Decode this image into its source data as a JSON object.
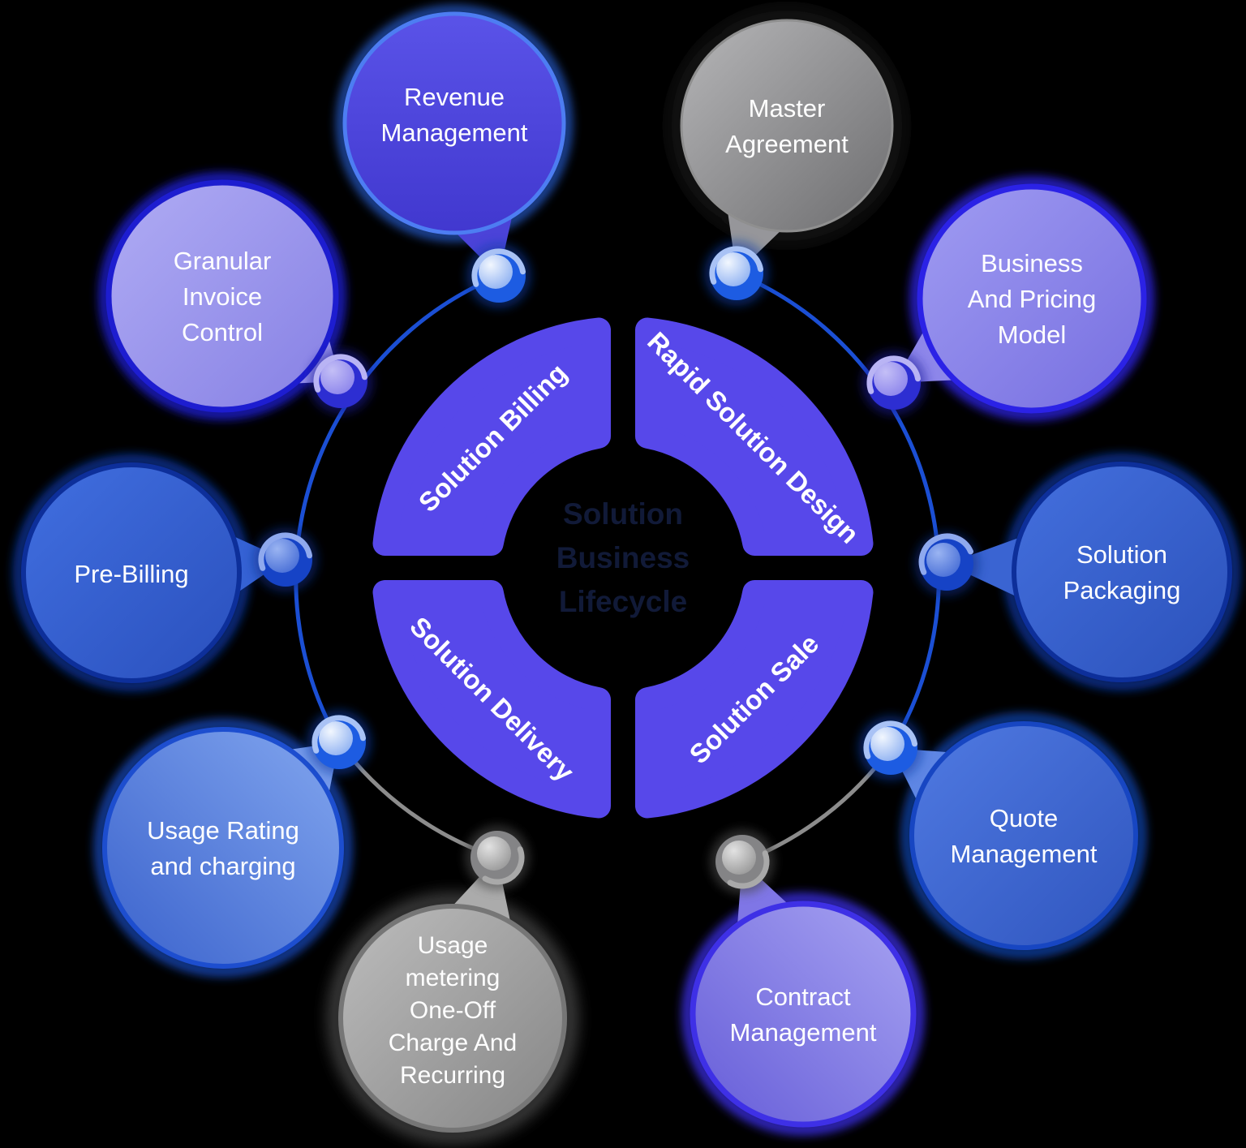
{
  "diagram_title": "Solution Business Lifecycle",
  "center": {
    "lines": [
      "Solution",
      "Business",
      "Lifecycle"
    ]
  },
  "quadrants": [
    {
      "id": "solution-billing",
      "label": "Solution Billing"
    },
    {
      "id": "rapid-solution-design",
      "label": "Rapid Solution Design"
    },
    {
      "id": "solution-delivery",
      "label": "Solution Delivery"
    },
    {
      "id": "solution-sale",
      "label": "Solution Sale"
    }
  ],
  "bubbles": [
    {
      "id": "revenue-management",
      "lines": [
        "Revenue",
        "Management"
      ],
      "color": "#4b43d8"
    },
    {
      "id": "master-agreement",
      "lines": [
        "Master",
        "Agreement"
      ],
      "color": "#96969a"
    },
    {
      "id": "granular-invoice-control",
      "lines": [
        "Granular",
        "Invoice",
        "Control"
      ],
      "color": "#9a95ec"
    },
    {
      "id": "business-and-pricing-model",
      "lines": [
        "Business",
        "And Pricing",
        "Model"
      ],
      "color": "#8d86ea"
    },
    {
      "id": "pre-billing",
      "lines": [
        "Pre-Billing"
      ],
      "color": "#3562d4"
    },
    {
      "id": "solution-packaging",
      "lines": [
        "Solution",
        "Packaging"
      ],
      "color": "#3a64d2"
    },
    {
      "id": "usage-rating-and-charging",
      "lines": [
        "Usage Rating",
        "and charging"
      ],
      "color": "#7498e9"
    },
    {
      "id": "quote-management",
      "lines": [
        "Quote",
        "Management"
      ],
      "color": "#5e86e4"
    },
    {
      "id": "usage-metering",
      "lines": [
        "Usage",
        "metering",
        "One-Off",
        "Charge And",
        "Recurring"
      ],
      "color": "#ababab"
    },
    {
      "id": "contract-management",
      "lines": [
        "Contract",
        "Management"
      ],
      "color": "#7f76e6"
    }
  ],
  "colors": {
    "background": "#000000",
    "quadrant_fill": "#5748ea",
    "orbit_blue": "#1b4fd4",
    "orbit_gray": "#8c8c8c",
    "label_text": "#ffffff",
    "center_text": "#111a38"
  }
}
